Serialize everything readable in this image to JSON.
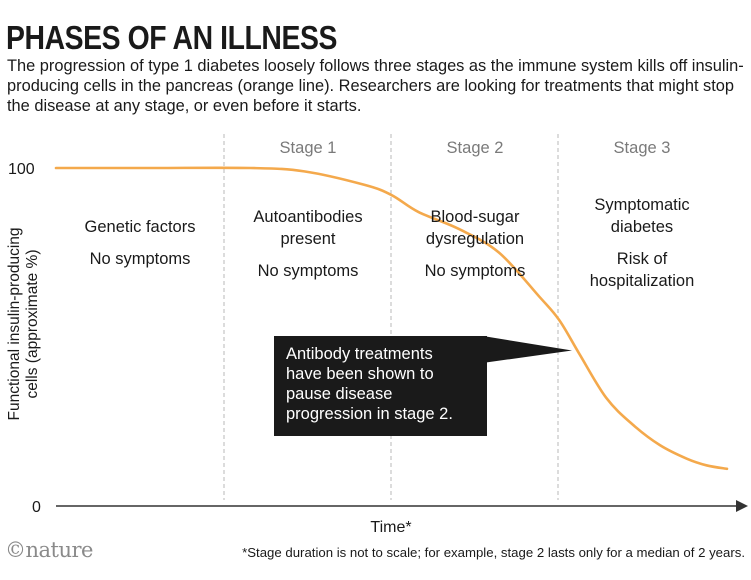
{
  "header": {
    "title": "PHASES OF AN ILLNESS",
    "subtitle": "The progression of type 1 diabetes loosely follows three stages as the immune system kills off insulin-producing cells in the pancreas (orange line). Researchers are looking for treatments that might stop the disease at any stage, or even before it starts."
  },
  "chart_data": {
    "type": "line",
    "ylabel_lines": [
      "Functional insulin-producing",
      "cells (approximate %)"
    ],
    "xlabel": "Time*",
    "y_ticks": [
      "100",
      "0"
    ],
    "ylim": [
      0,
      100
    ],
    "stages": [
      {
        "label": "",
        "text": [
          "Genetic factors",
          "",
          "No symptoms"
        ]
      },
      {
        "label": "Stage 1",
        "text": [
          "Autoantibodies",
          "present",
          "",
          "No symptoms"
        ]
      },
      {
        "label": "Stage 2",
        "text": [
          "Blood-sugar",
          "dysregulation",
          "",
          "No symptoms"
        ]
      },
      {
        "label": "Stage 3",
        "text": [
          "Symptomatic",
          "diabetes",
          "",
          "Risk of",
          "hospitalization"
        ]
      }
    ],
    "series": [
      {
        "color": "#f4a94c",
        "points": [
          [
            0,
            100
          ],
          [
            0.14,
            100
          ],
          [
            0.29,
            100
          ],
          [
            0.37,
            99
          ],
          [
            0.46,
            95
          ],
          [
            0.5,
            92
          ],
          [
            0.54,
            87
          ],
          [
            0.6,
            82
          ],
          [
            0.66,
            75
          ],
          [
            0.72,
            62
          ],
          [
            0.75,
            55
          ],
          [
            0.78,
            45
          ],
          [
            0.82,
            32
          ],
          [
            0.86,
            24
          ],
          [
            0.9,
            18
          ],
          [
            0.94,
            14
          ],
          [
            0.97,
            12
          ],
          [
            1.0,
            11
          ]
        ]
      }
    ],
    "annotation": {
      "lines": [
        "Antibody treatments",
        "have been shown to",
        "pause disease",
        "progression in stage 2."
      ],
      "pointer_x": 0.775,
      "pointer_y": 46
    },
    "grid": false
  },
  "footer": {
    "logo": "©nature",
    "footnote": "*Stage duration is not to scale; for example, stage 2 lasts only for a median of 2 years."
  }
}
